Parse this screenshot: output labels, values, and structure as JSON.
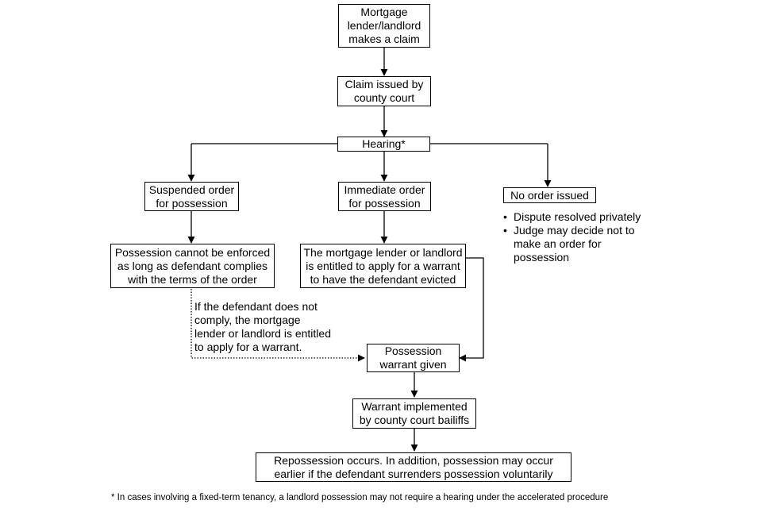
{
  "nodes": {
    "claim": "Mortgage\nlender/landlord\nmakes a claim",
    "issued": "Claim issued by\ncounty court",
    "hearing": "Hearing*",
    "suspended": "Suspended order\nfor possession",
    "immediate": "Immediate order\nfor possession",
    "no_order": "No order issued",
    "cannot_enforce": "Possession cannot be enforced\nas long as defendant complies\nwith the terms of the order",
    "entitled": "The mortgage lender or landlord\nis entitled to apply for a warrant\nto have the defendant evicted",
    "warrant_given": "Possession\nwarrant given",
    "implemented": "Warrant implemented\nby county court bailiffs",
    "repossession": "Repossession occurs. In addition, possession may occur\nearlier if the defendant surrenders possession voluntarily"
  },
  "no_order_reasons": [
    "Dispute resolved privately",
    "Judge may decide not to make an order for possession"
  ],
  "bullet_char": "•",
  "noncompliance_note": "If the defendant does not\ncomply, the mortgage\nlender or landlord is entitled\nto apply for a warrant.",
  "footnote": "* In cases involving a fixed-term tenancy, a landlord possession may not require a hearing under the accelerated procedure"
}
